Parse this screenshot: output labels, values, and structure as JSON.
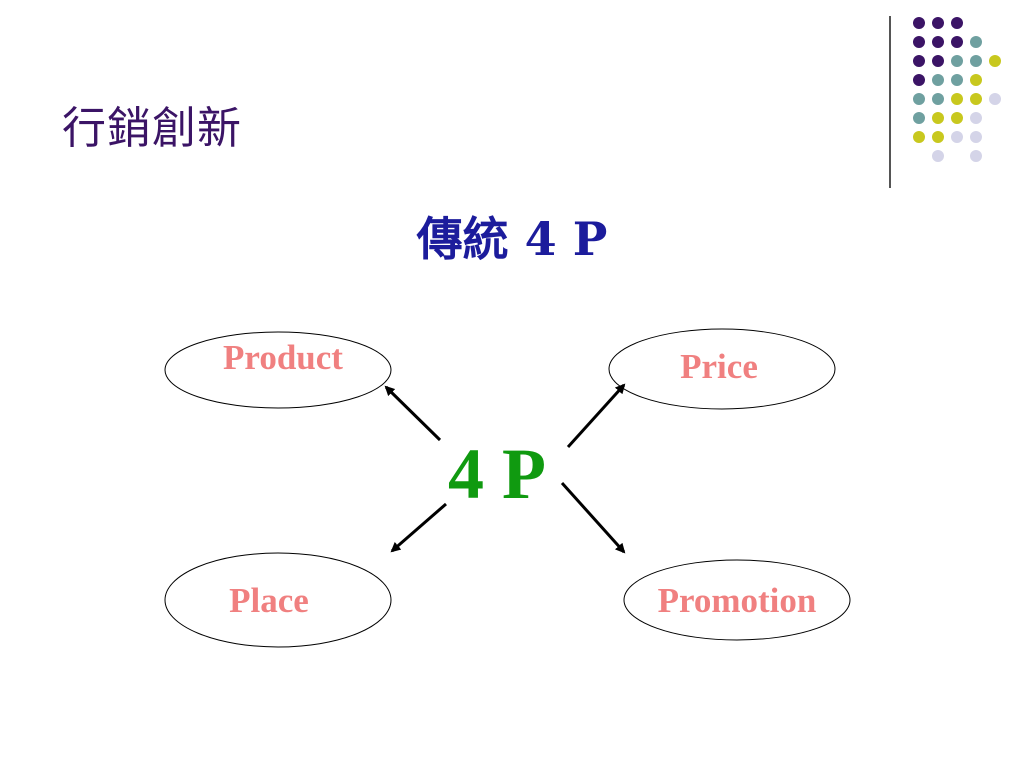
{
  "slide": {
    "title": "行銷創新",
    "subtitle": "傳統 4 P"
  },
  "diagram": {
    "center": "4 P",
    "nodes": [
      {
        "id": "product",
        "label": "Product"
      },
      {
        "id": "price",
        "label": "Price"
      },
      {
        "id": "place",
        "label": "Place"
      },
      {
        "id": "promotion",
        "label": "Promotion"
      }
    ]
  },
  "colors": {
    "title": "#3b1466",
    "subtitle": "#1c1c9c",
    "center": "#109a10",
    "node_text": "#f08080",
    "dot_purple": "#3b1466",
    "dot_teal": "#6fa0a0",
    "dot_yellow": "#c8c81e",
    "dot_lavender": "#d4d4e8"
  }
}
